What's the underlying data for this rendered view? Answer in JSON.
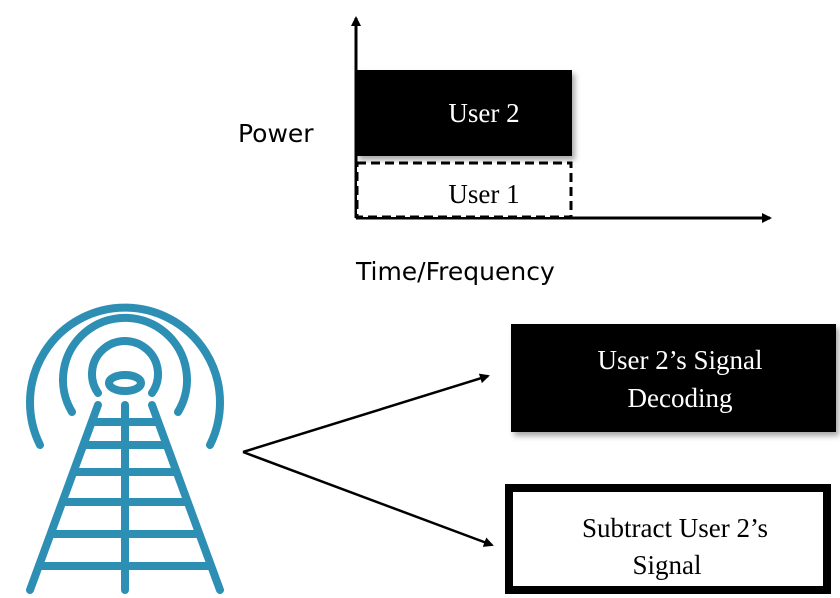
{
  "power_diagram": {
    "y_axis_label": "Power",
    "x_axis_label": "Time/Frequency",
    "upper_block_label": "User 2",
    "lower_block_label": "User 1"
  },
  "receiver_flow": {
    "decode_box_line1": "User 2’s Signal",
    "decode_box_line2": "Decoding",
    "subtract_box_line1": "Subtract User 2’s",
    "subtract_box_line2": "Signal"
  },
  "colors": {
    "tower": "#2e8fb5",
    "dark_box": "#000000",
    "light_text": "#ffffff",
    "line": "#000000"
  },
  "icons": {
    "tower": "antenna-tower-icon"
  }
}
